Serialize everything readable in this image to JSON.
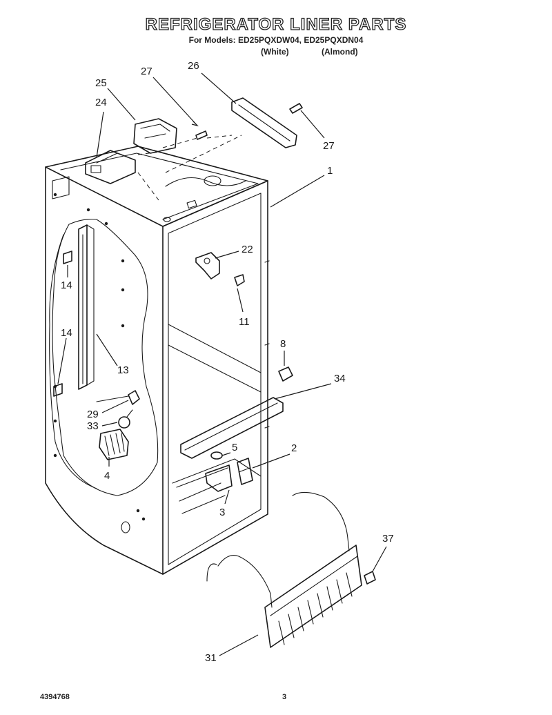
{
  "header": {
    "title": "REFRIGERATOR LINER PARTS",
    "models_prefix": "For Models:",
    "models": "ED25PQXDW04, ED25PQXDN04",
    "variant_white": "(White)",
    "variant_almond": "(Almond)"
  },
  "callouts": [
    {
      "id": "27",
      "label": "27"
    },
    {
      "id": "26",
      "label": "26"
    },
    {
      "id": "25",
      "label": "25"
    },
    {
      "id": "24",
      "label": "24"
    },
    {
      "id": "27b",
      "label": "27"
    },
    {
      "id": "1",
      "label": "1"
    },
    {
      "id": "22",
      "label": "22"
    },
    {
      "id": "14",
      "label": "14"
    },
    {
      "id": "11",
      "label": "11"
    },
    {
      "id": "14b",
      "label": "14"
    },
    {
      "id": "13",
      "label": "13"
    },
    {
      "id": "8",
      "label": "8"
    },
    {
      "id": "34",
      "label": "34"
    },
    {
      "id": "29",
      "label": "29"
    },
    {
      "id": "33",
      "label": "33"
    },
    {
      "id": "5",
      "label": "5"
    },
    {
      "id": "2",
      "label": "2"
    },
    {
      "id": "4",
      "label": "4"
    },
    {
      "id": "3",
      "label": "3"
    },
    {
      "id": "37",
      "label": "37"
    },
    {
      "id": "31",
      "label": "31"
    }
  ],
  "footer": {
    "part_number": "4394768",
    "page": "3"
  }
}
